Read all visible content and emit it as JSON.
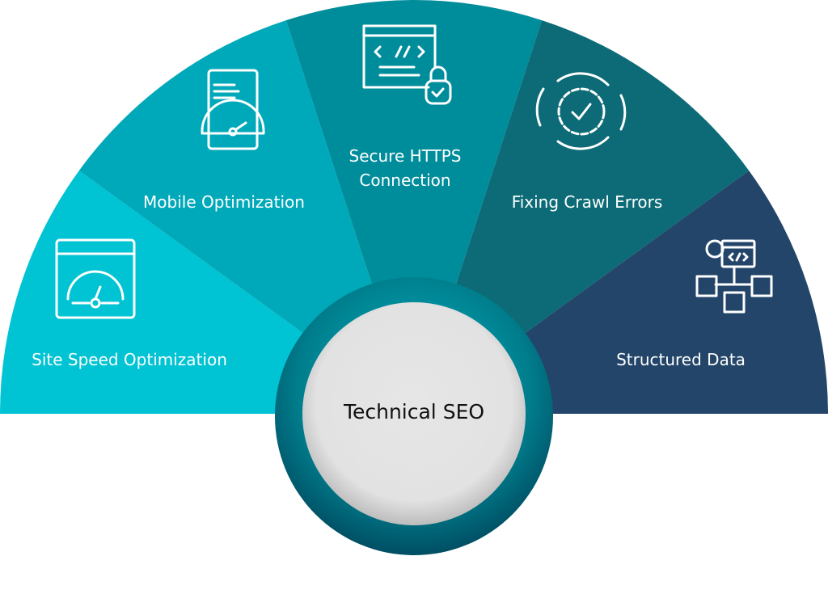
{
  "title": "Technical SEO",
  "segments": [
    {
      "label": "Site Speed Optimization",
      "icon": "speedometer-browser-icon",
      "color": "#00c3d3"
    },
    {
      "label": "Mobile Optimization",
      "icon": "mobile-gauge-icon",
      "color": "#00a9b9"
    },
    {
      "label_line1": "Secure HTTPS",
      "label_line2": "Connection",
      "icon": "code-window-lock-icon",
      "color": "#008d9b"
    },
    {
      "label": "Fixing Crawl Errors",
      "icon": "gear-check-cycle-icon",
      "color": "#0c6b76"
    },
    {
      "label": "Structured Data",
      "icon": "sitemap-code-icon",
      "color": "#234569"
    }
  ]
}
